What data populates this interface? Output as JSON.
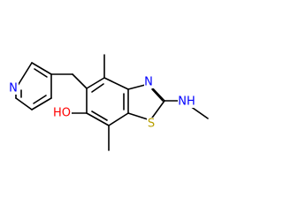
{
  "structure": {
    "atoms": {
      "pyridine_n": {
        "text": "N",
        "color": "#0000ff"
      },
      "hydroxyl": {
        "text": "HO",
        "color": "#ff0000"
      },
      "thiazole_n": {
        "text": "N",
        "color": "#0000ff"
      },
      "sulfur": {
        "text": "S",
        "color": "#b8a000"
      },
      "amine": {
        "text": "NH",
        "color": "#0000ff"
      }
    }
  }
}
